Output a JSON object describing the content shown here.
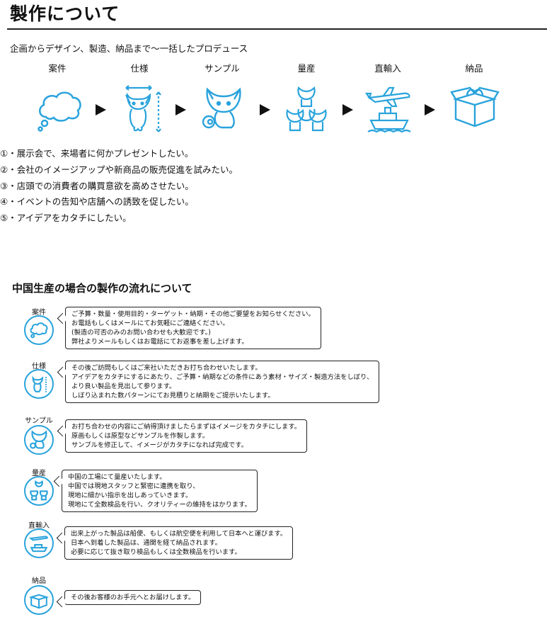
{
  "page": {
    "title": "製作について",
    "subtitle": "企画からデザイン、製造、納品まで〜一括したプロデュース"
  },
  "steps": [
    {
      "label": "案件",
      "icon": "cloud-thought-icon"
    },
    {
      "label": "仕様",
      "icon": "cat-measure-icon"
    },
    {
      "label": "サンプル",
      "icon": "cat-sample-icon"
    },
    {
      "label": "量産",
      "icon": "cat-stack-icon"
    },
    {
      "label": "直輸入",
      "icon": "plane-ship-icon"
    },
    {
      "label": "納品",
      "icon": "box-icon"
    }
  ],
  "purposes": [
    "①・展示会で、来場者に何かプレゼントしたい。",
    "②・会社のイメージアップや新商品の販売促進を試みたい。",
    "③・店頭での消費者の購買意欲を高めさせたい。",
    "④・イベントの告知や店舗への誘致を促したい。",
    "⑤・アイデアをカタチにしたい。"
  ],
  "flow": {
    "title": "中国生産の場合の製作の流れについて",
    "items": [
      {
        "label": "案件",
        "lines": [
          "ご予算・数量・使用目的・ターゲット・納期・その他ご要望をお知らせください。",
          "お電話もしくはメールにてお気軽にご連絡ください。",
          "(製造の可否のみのお問い合わせも大歓迎です。)",
          "弊社よりメールもしくはお電話にてお返事を差し上げます。"
        ]
      },
      {
        "label": "仕様",
        "lines": [
          "その後ご訪問もしくはご来社いただきお打ち合わせいたします。",
          "アイデアをカタチにするにあたり、ご予算・納期などの条件にあう素材・サイズ・製造方法をしぼり、",
          "より良い製品を見出して参ります。",
          "しぼり込まれた数パターンにてお見積りと納期をご提示いたします。"
        ]
      },
      {
        "label": "サンプル",
        "lines": [
          "お打ち合わせの内容にご納得頂けましたらまずはイメージをカタチにします。",
          "原画もしくは原型などサンプルを作製します。",
          "サンプルを修正して、イメージがカタチになれば完成です。"
        ]
      },
      {
        "label": "量産",
        "lines": [
          "中国の工場にて量産いたします。",
          "中国では現地スタッフと緊密に連携を取り、",
          "現地に細かい指示を出しあっていきます。",
          "現地にて全数検品を行い、クオリティーの維持をはかります。"
        ]
      },
      {
        "label": "直輸入",
        "lines": [
          "出来上がった製品は船便、もしくは航空便を利用して日本へと運びます。",
          "日本へ到着した製品は、通関を経て納品されます。",
          "必要に応じて抜き取り検品もしくは全数検品を行います。"
        ]
      },
      {
        "label": "納品",
        "lines": [
          "その後お客様のお手元へとお届けします。"
        ]
      }
    ]
  },
  "colors": {
    "accent": "#29a3dc",
    "text": "#111111",
    "border": "#222222"
  }
}
